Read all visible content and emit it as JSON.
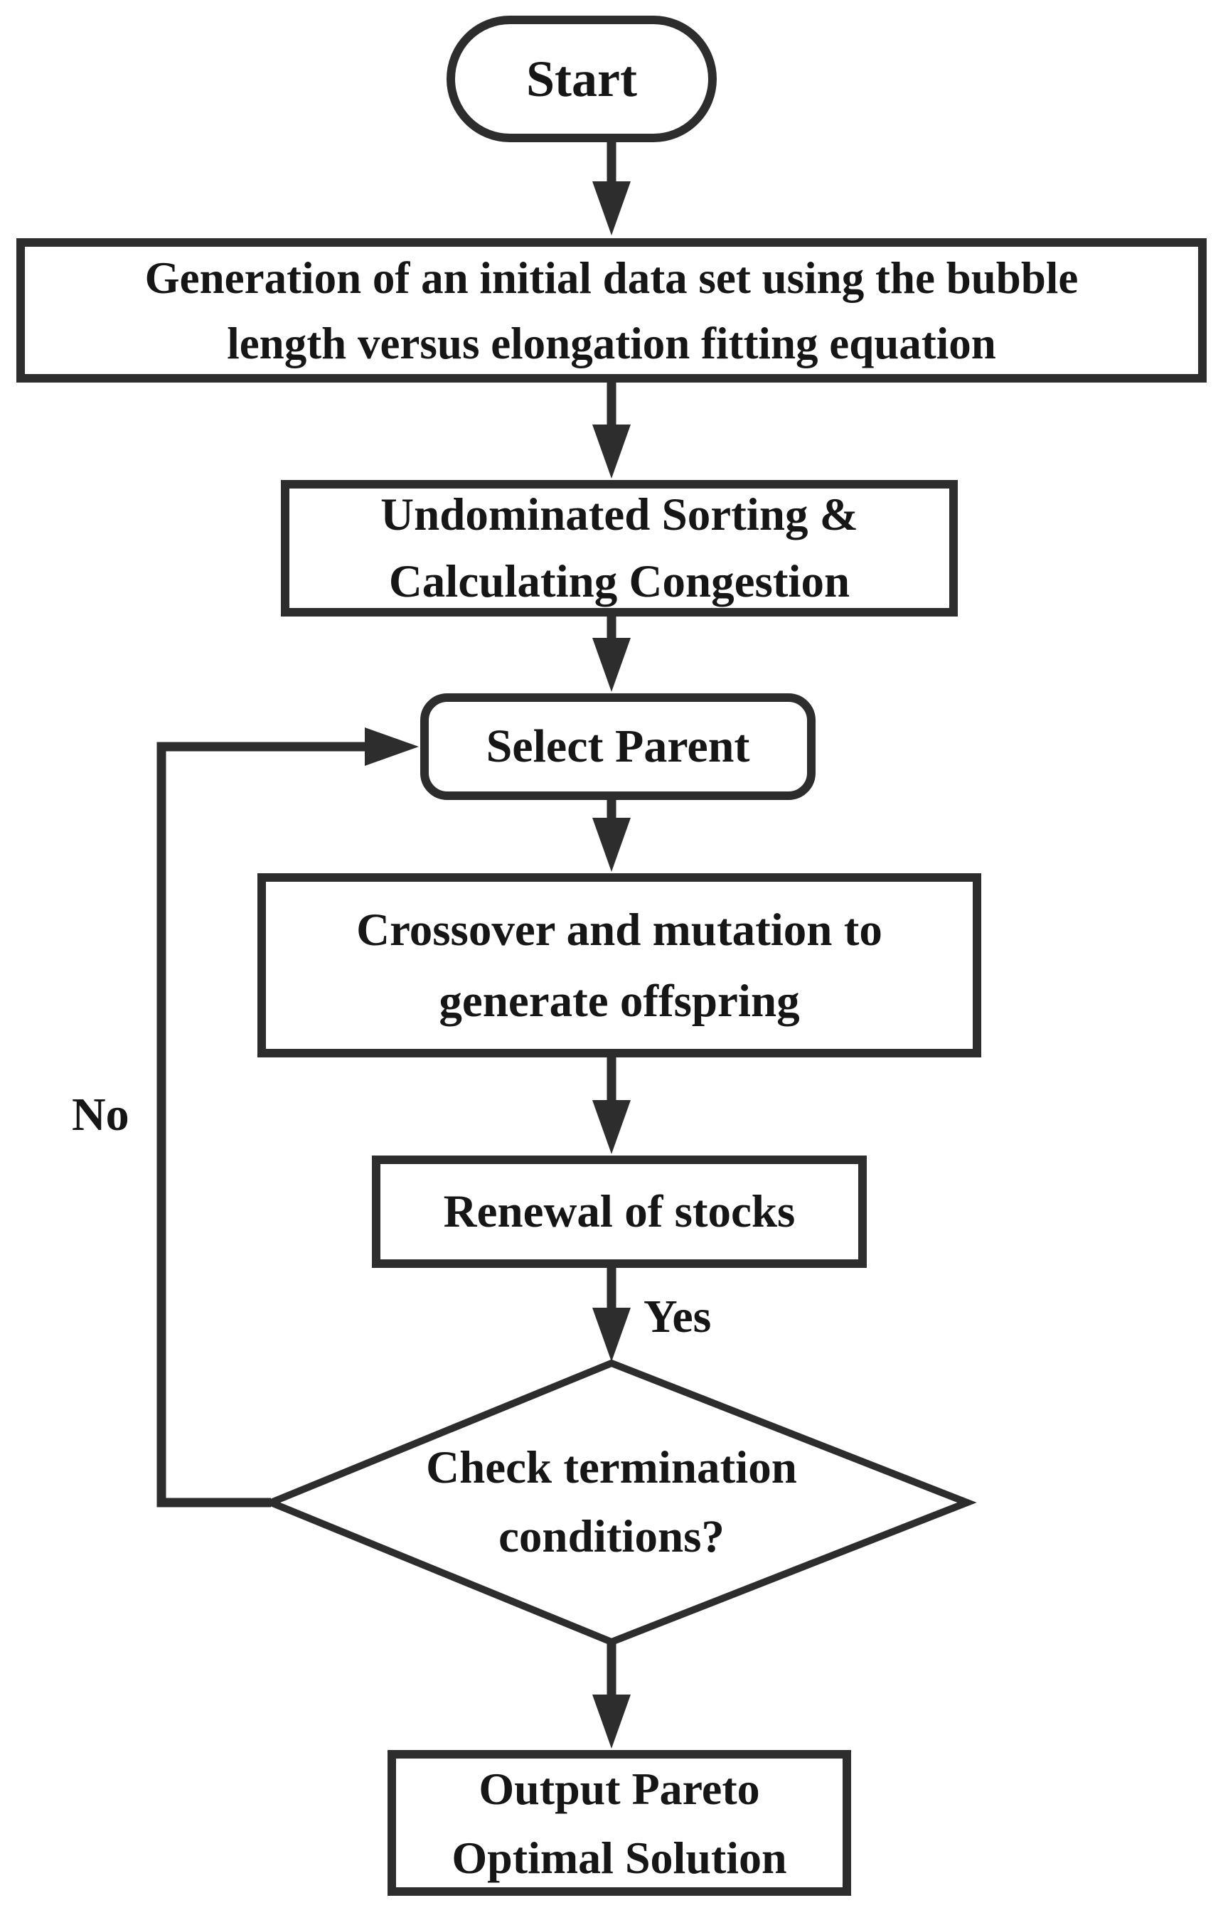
{
  "flowchart": {
    "nodes": [
      {
        "id": "start",
        "shape": "stadium",
        "lines": [
          "Start"
        ]
      },
      {
        "id": "generate-initial-data-set",
        "shape": "process",
        "lines": [
          "Generation of an initial data set using the bubble",
          "length versus elongation fitting equation"
        ]
      },
      {
        "id": "undominated-sorting",
        "shape": "process",
        "lines": [
          "Undominated Sorting &",
          "Calculating Congestion"
        ]
      },
      {
        "id": "select-parent",
        "shape": "rounded-process",
        "lines": [
          "Select Parent"
        ]
      },
      {
        "id": "crossover-mutation",
        "shape": "process",
        "lines": [
          "Crossover and mutation to",
          "generate offspring"
        ]
      },
      {
        "id": "renewal-of-stocks",
        "shape": "process",
        "lines": [
          "Renewal of stocks"
        ]
      },
      {
        "id": "check-termination",
        "shape": "decision",
        "lines": [
          "Check termination",
          "conditions?"
        ]
      },
      {
        "id": "output-pareto-solution",
        "shape": "process",
        "lines": [
          "Output Pareto",
          "Optimal Solution"
        ]
      }
    ],
    "edge_labels": {
      "yes": "Yes",
      "no": "No"
    },
    "colors": {
      "stroke": "#2d2d2d",
      "text": "#161616",
      "background": "#ffffff"
    }
  }
}
